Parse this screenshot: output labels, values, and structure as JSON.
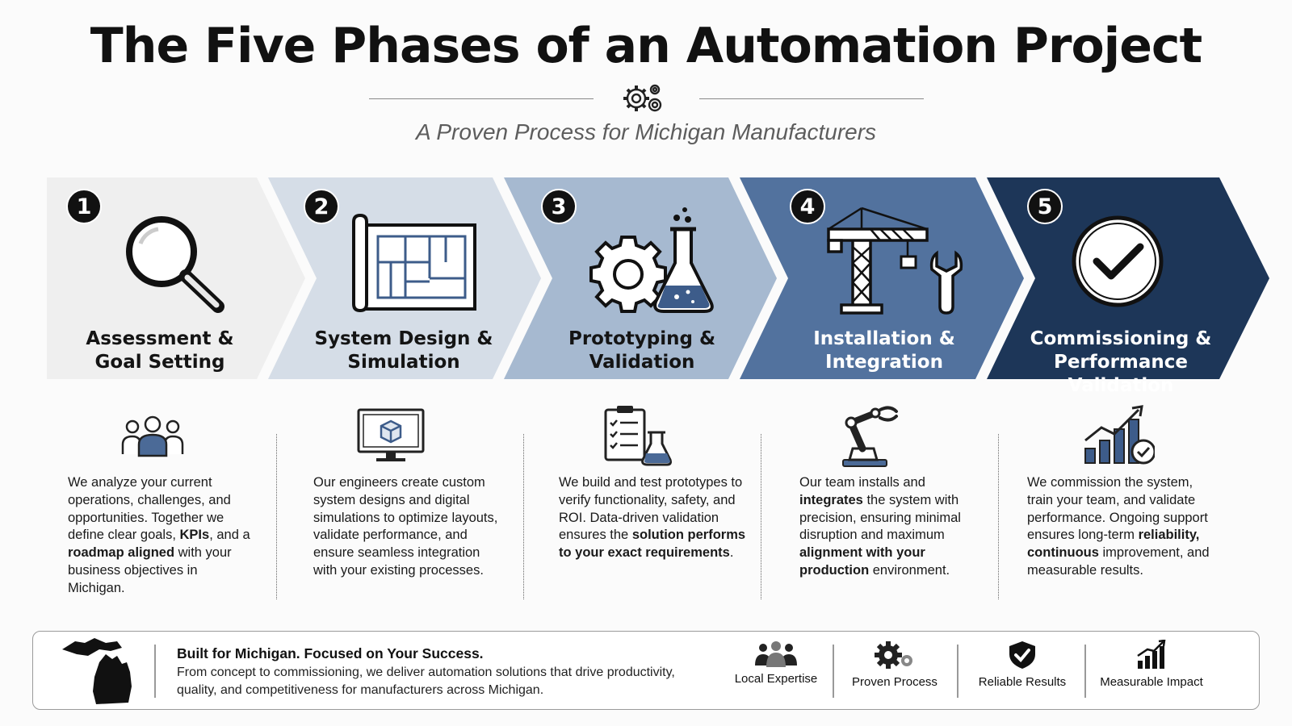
{
  "title": "The Five Phases of an Automation Project",
  "subtitle": "A Proven Process for Michigan Manufacturers",
  "phases": [
    {
      "number": "1",
      "title_line1": "Assessment &",
      "title_line2": "Goal Setting",
      "icon": "magnifying-glass-icon",
      "desc_icon": "team-icon",
      "desc": [
        {
          "t": "We analyze your current operations, challenges, and opportunities. Together we define clear goals, "
        },
        {
          "t": "KPIs",
          "b": true
        },
        {
          "t": ", and a "
        },
        {
          "t": "roadmap aligned",
          "b": true
        },
        {
          "t": " with your business objectives in Michigan."
        }
      ]
    },
    {
      "number": "2",
      "title_line1": "System Design &",
      "title_line2": "Simulation",
      "icon": "blueprint-icon",
      "desc_icon": "computer-monitor-icon",
      "desc": [
        {
          "t": "Our engineers create custom system designs and digital simulations to optimize layouts, validate performance, and ensure seamless integration with your existing processes."
        }
      ]
    },
    {
      "number": "3",
      "title_line1": "Prototyping &",
      "title_line2": "Validation",
      "icon": "gear-flask-icon",
      "desc_icon": "checklist-flask-icon",
      "desc": [
        {
          "t": "We build and test prototypes to verify functionality, safety, and ROI. Data-driven validation ensures the "
        },
        {
          "t": "solution performs to your exact requirements",
          "b": true
        },
        {
          "t": "."
        }
      ]
    },
    {
      "number": "4",
      "title_line1": "Installation &",
      "title_line2": "Integration",
      "icon": "crane-wrench-icon",
      "desc_icon": "robot-arm-icon",
      "desc": [
        {
          "t": "Our team installs and "
        },
        {
          "t": "integrates",
          "b": true
        },
        {
          "t": " the system with precision, ensuring minimal disruption and maximum "
        },
        {
          "t": "alignment with your production",
          "b": true
        },
        {
          "t": " environment."
        }
      ]
    },
    {
      "number": "5",
      "title_line1": "Commissioning &",
      "title_line2": "Performance Validation",
      "icon": "checkmark-circle-icon",
      "desc_icon": "growth-chart-check-icon",
      "desc": [
        {
          "t": "We commission the system, train your team, and validate performance. Ongoing support ensures long-term "
        },
        {
          "t": "reliability, continuous",
          "b": true
        },
        {
          "t": " improvement, and measurable results."
        }
      ]
    }
  ],
  "bottom": {
    "heading": "Built for Michigan. Focused on Your Success.",
    "text": "From concept to commissioning, we deliver automation solutions that drive productivity, quality, and competitiveness for manufacturers across Michigan.",
    "badges": [
      {
        "label": "Local Expertise",
        "icon": "people-icon"
      },
      {
        "label": "Proven Process",
        "icon": "gears-icon"
      },
      {
        "label": "Reliable Results",
        "icon": "shield-check-icon"
      },
      {
        "label": "Measurable Impact",
        "icon": "bar-chart-icon"
      }
    ]
  },
  "colors": {
    "phase1": "#efefef",
    "phase2": "#d5dde7",
    "phase3": "#a6b9d0",
    "phase4": "#52729e",
    "phase5": "#1d3658",
    "icon_blue": "#4b6a97"
  }
}
